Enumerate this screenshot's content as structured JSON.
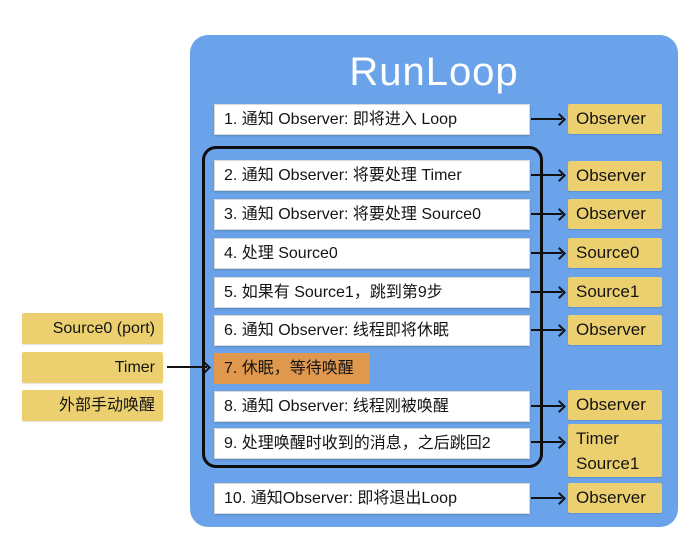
{
  "title": "RunLoop",
  "colors": {
    "panel-blue": "#6AA3E9",
    "box-yellow": "#ECD06F",
    "sleep-orange": "#DF984E",
    "arrow-black": "#111111"
  },
  "steps": [
    {
      "label": "1. 通知 Observer: 即将进入 Loop"
    },
    {
      "label": "2. 通知 Observer: 将要处理 Timer"
    },
    {
      "label": "3. 通知 Observer: 将要处理 Source0"
    },
    {
      "label": "4. 处理 Source0"
    },
    {
      "label": "5. 如果有 Source1，跳到第9步"
    },
    {
      "label": "6. 通知 Observer: 线程即将休眠"
    },
    {
      "label": "7. 休眠，等待唤醒"
    },
    {
      "label": "8. 通知 Observer: 线程刚被唤醒"
    },
    {
      "label": "9. 处理唤醒时收到的消息，之后跳回2"
    },
    {
      "label": "10. 通知Observer: 即将退出Loop"
    }
  ],
  "targets": [
    {
      "label": "Observer"
    },
    {
      "label": "Observer"
    },
    {
      "label": "Observer"
    },
    {
      "label": "Source0"
    },
    {
      "label": "Source1"
    },
    {
      "label": "Observer"
    },
    {
      "label": "Observer"
    },
    {
      "label": "Timer\nSource1"
    },
    {
      "label": "Observer"
    }
  ],
  "wake_sources": [
    {
      "label": "Source0 (port)"
    },
    {
      "label": "Timer"
    },
    {
      "label": "外部手动唤醒"
    }
  ]
}
